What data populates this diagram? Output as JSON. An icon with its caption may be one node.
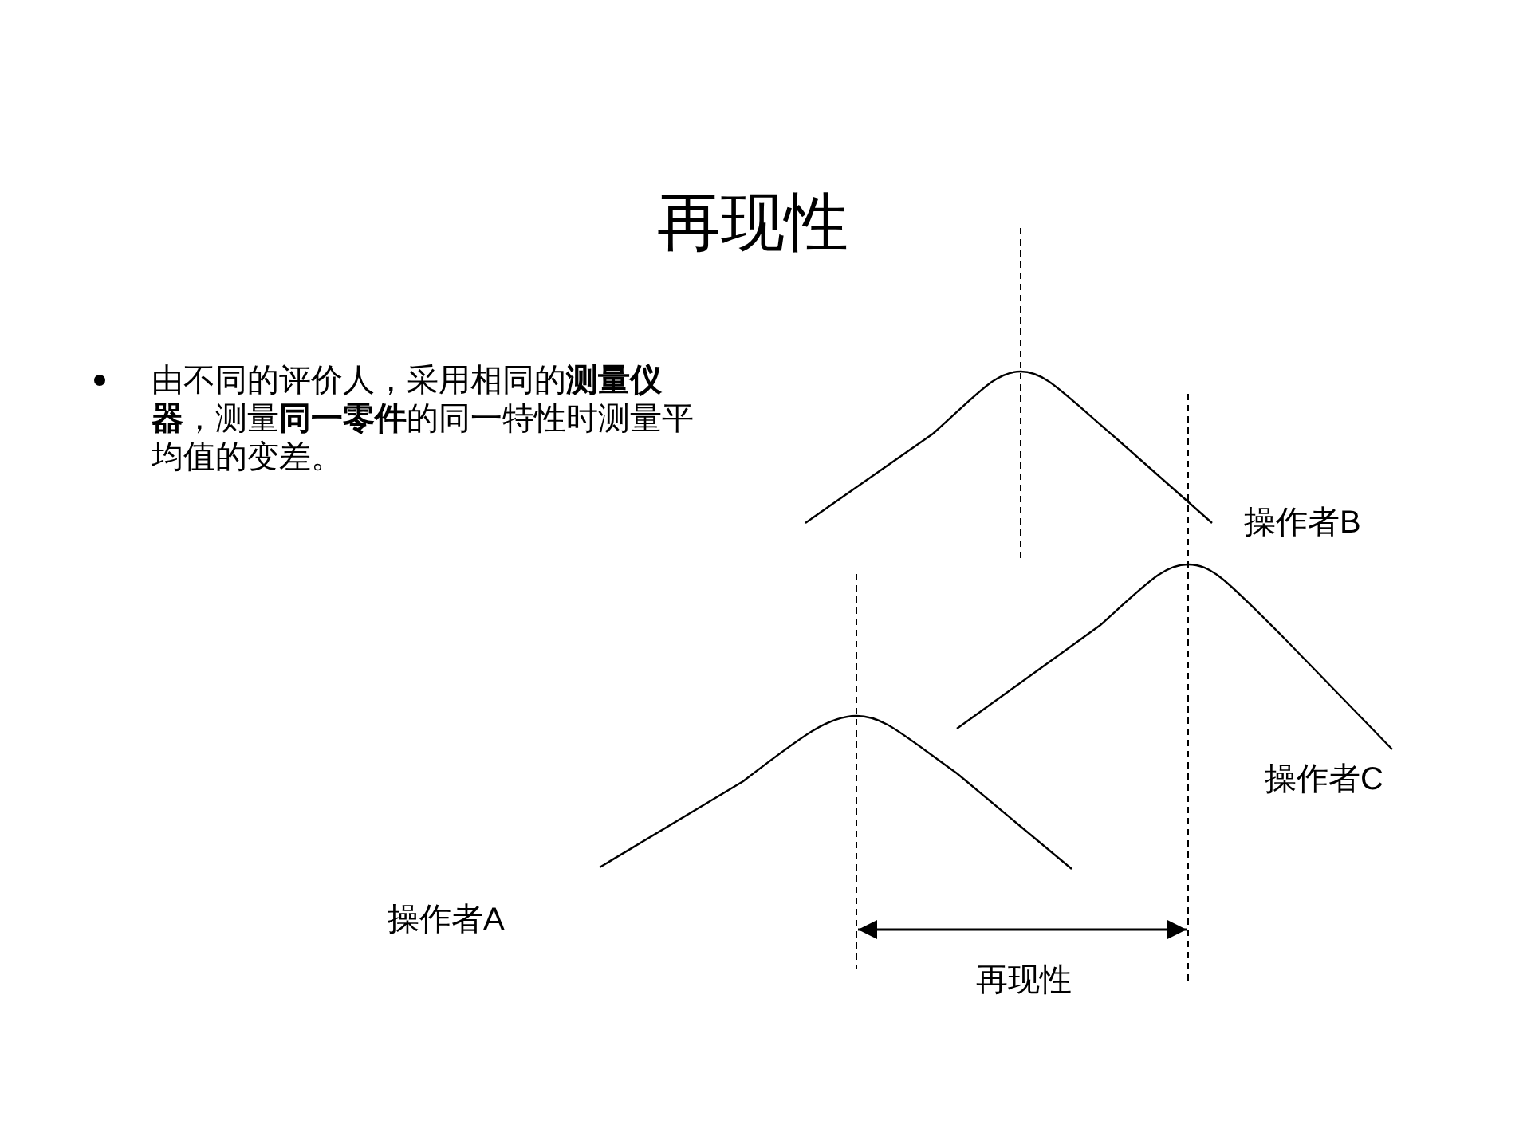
{
  "diagram": {
    "title": "再现性",
    "labels": [
      "由不同的评价人，采用相同的**测量仪器**，测量**同一零件**的同一特性时测量平均值的变差。",
      "操作者B",
      "操作者C",
      "操作者A",
      "再现性"
    ]
  }
}
